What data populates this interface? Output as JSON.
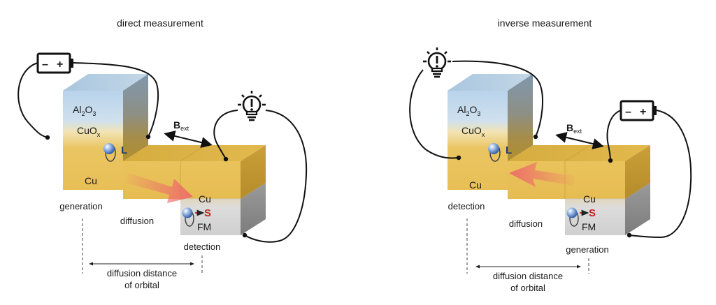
{
  "panels": [
    {
      "title": "direct measurement",
      "layer_top": "Al",
      "layer_top_sub1": "2",
      "layer_top_mid": "O",
      "layer_top_sub2": "3",
      "layer_oxide": "CuO",
      "layer_oxide_sub": "x",
      "layer_cu": "Cu",
      "orbital_symbol": "L",
      "bfield": "B",
      "bfield_sub": "ext",
      "fm_cu": "Cu",
      "spin_symbol": "S",
      "fm_label": "FM",
      "label_left": "generation",
      "label_mid": "diffusion",
      "label_right": "detection",
      "distance_line1": "diffusion distance",
      "distance_line2": "of orbital",
      "battery_minus": "–",
      "battery_plus": "+",
      "bulb_mark": "!"
    },
    {
      "title": "inverse measurement",
      "layer_top": "Al",
      "layer_top_sub1": "2",
      "layer_top_mid": "O",
      "layer_top_sub2": "3",
      "layer_oxide": "CuO",
      "layer_oxide_sub": "x",
      "layer_cu": "Cu",
      "orbital_symbol": "L",
      "bfield": "B",
      "bfield_sub": "ext",
      "fm_cu": "Cu",
      "spin_symbol": "S",
      "fm_label": "FM",
      "label_left": "detection",
      "label_mid": "diffusion",
      "label_right": "generation",
      "distance_line1": "diffusion distance",
      "distance_line2": "of orbital",
      "battery_minus": "–",
      "battery_plus": "+",
      "bulb_mark": "!"
    }
  ],
  "colors": {
    "copper": "#e9c05a",
    "copper_side": "#caa13c",
    "oxide_blue": "#b9d4ea",
    "fm_grey": "#d4d4d4",
    "arrow": "#ee6a6a",
    "orbital_text": "#1f3b78",
    "spin_text": "#c42222"
  },
  "icons": [
    "battery-icon",
    "light-bulb-icon",
    "electron-sphere-icon"
  ]
}
